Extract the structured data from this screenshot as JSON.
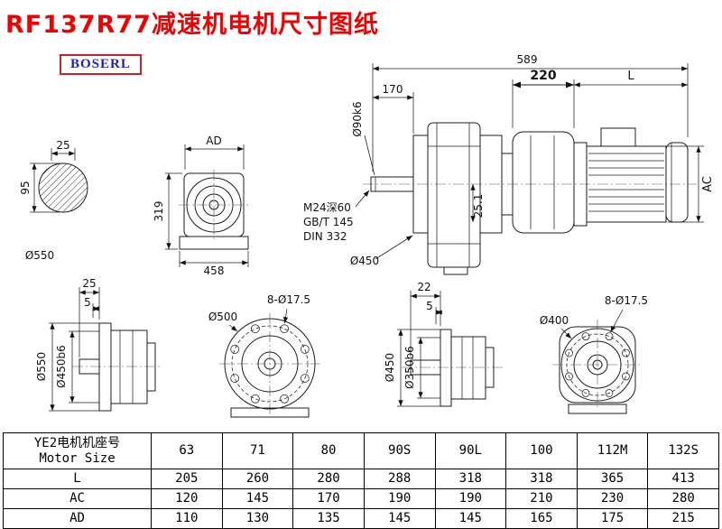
{
  "header": {
    "title": "RF137R77减速机电机尺寸图纸",
    "logo": "BOSERL"
  },
  "drawing": {
    "shaft_section": {
      "width": "25",
      "height": "95",
      "label": "Ø550"
    },
    "front_view": {
      "width_top": "AD",
      "height_left": "319",
      "width_bottom": "458"
    },
    "main_view": {
      "overall_length": "589",
      "shaft_length": "170",
      "shaft_diameter": "Ø90k6",
      "tapped_hole": "M24深60",
      "standard_1": "GB/T 145",
      "standard_2": "DIN 332",
      "flange_diameter": "Ø450",
      "key_height": "25.1"
    },
    "motor": {
      "adapter_length": "220",
      "motor_length": "L",
      "motor_diameter": "AC"
    },
    "flange_side_large": {
      "dim_a": "25",
      "dim_b": "5",
      "outer_diameter": "Ø550",
      "spigot_diameter": "Ø450b6"
    },
    "flange_front_large": {
      "diameter": "Ø500",
      "bolt_holes": "8-Ø17.5"
    },
    "flange_side_small": {
      "dim_a": "22",
      "dim_b": "5",
      "outer_diameter": "Ø450",
      "spigot_diameter": "Ø350b6"
    },
    "flange_front_small": {
      "diameter": "Ø400",
      "bolt_holes": "8-Ø17.5"
    }
  },
  "table": {
    "row_header_cn": "YE2电机机座号",
    "row_header_en": "Motor Size",
    "sizes": [
      "63",
      "71",
      "80",
      "90S",
      "90L",
      "100",
      "112M",
      "132S"
    ],
    "rows": [
      {
        "label": "L",
        "values": [
          "205",
          "260",
          "280",
          "288",
          "318",
          "318",
          "365",
          "413"
        ]
      },
      {
        "label": "AC",
        "values": [
          "120",
          "145",
          "170",
          "190",
          "190",
          "210",
          "230",
          "280"
        ]
      },
      {
        "label": "AD",
        "values": [
          "110",
          "130",
          "135",
          "145",
          "145",
          "165",
          "175",
          "215"
        ]
      }
    ]
  }
}
